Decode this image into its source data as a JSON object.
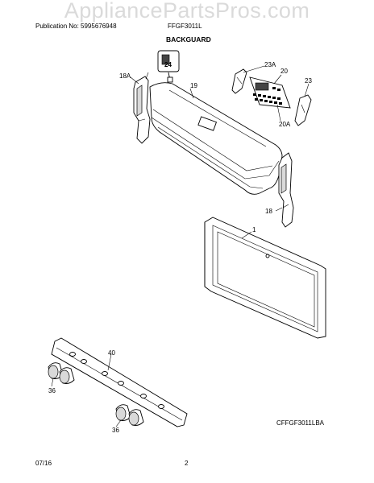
{
  "watermark": "AppliancePartsPros.com",
  "header": {
    "publication": "Publication No: 5995676948",
    "model": "FFGF3011L",
    "section_title": "BACKGUARD"
  },
  "callouts": {
    "p24": "24",
    "p23a": "23A",
    "p20": "20",
    "p23": "23",
    "p18a": "18A",
    "p19": "19",
    "p20a": "20A",
    "p18": "18",
    "p1": "1",
    "p40": "40",
    "p36a": "36",
    "p36b": "36"
  },
  "figure_code": "CFFGF3011LBA",
  "footer": {
    "date": "07/16",
    "page": "2"
  }
}
